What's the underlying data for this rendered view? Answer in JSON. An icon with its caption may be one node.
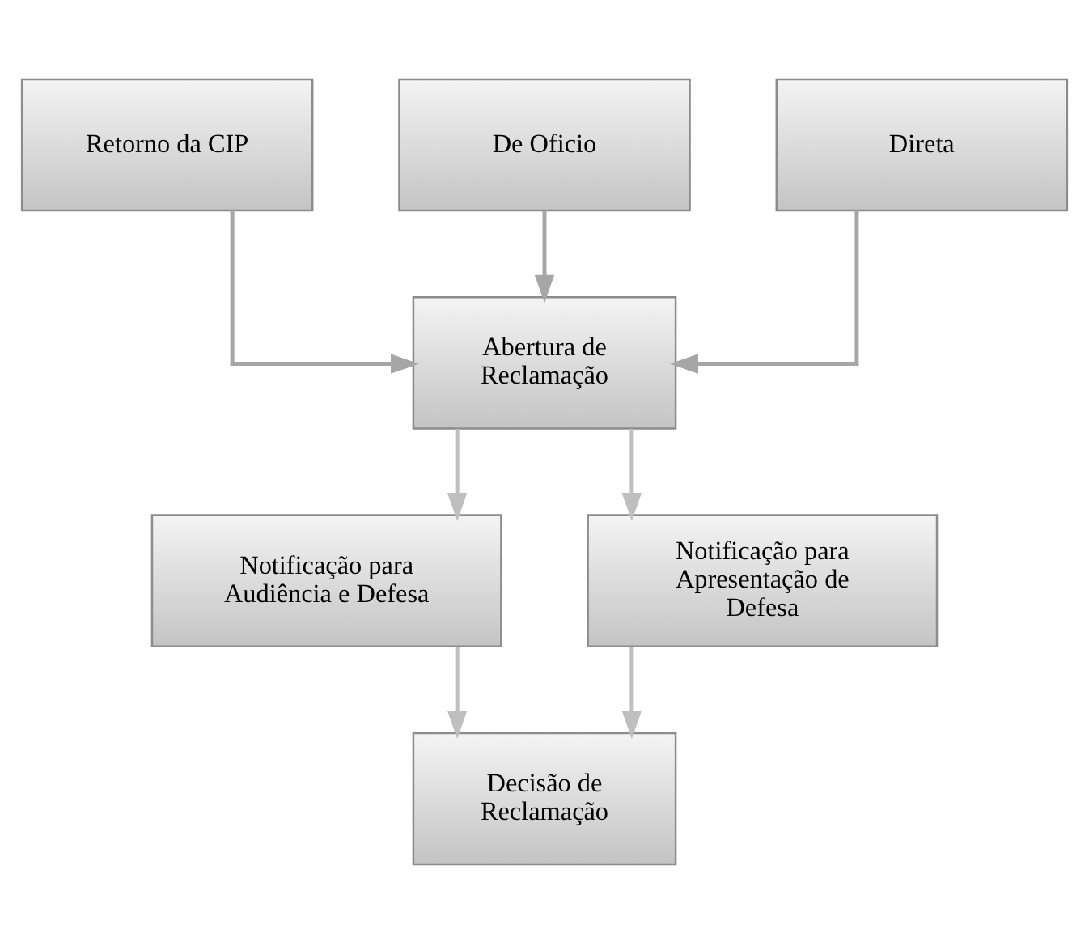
{
  "diagram": {
    "nodes": [
      {
        "text": [
          "Retorno da CIP"
        ]
      },
      {
        "text": [
          "De Oficio"
        ]
      },
      {
        "text": [
          "Direta"
        ]
      },
      {
        "text": [
          "Abertura de Reclamação"
        ]
      },
      {
        "text": [
          "Notificação para Audiência e Defesa"
        ]
      },
      {
        "text": [
          "Notificação para Apresentação de Defesa"
        ]
      },
      {
        "text": [
          "Decisão de Reclamação"
        ]
      }
    ],
    "edges": [
      {
        "from": 0,
        "to": 3,
        "arrow": "to",
        "color": "#a6a6a6"
      },
      {
        "from": 1,
        "to": 3,
        "arrow": "to",
        "color": "#a6a6a6"
      },
      {
        "from": 2,
        "to": 3,
        "arrow": "to",
        "color": "#a6a6a6"
      },
      {
        "from": 3,
        "to": 4,
        "arrow": "to"
      },
      {
        "from": 3,
        "to": 5,
        "arrow": "to"
      },
      {
        "from": 4,
        "to": 6,
        "arrow": "to"
      },
      {
        "from": 5,
        "to": 6,
        "arrow": "to"
      }
    ]
  }
}
